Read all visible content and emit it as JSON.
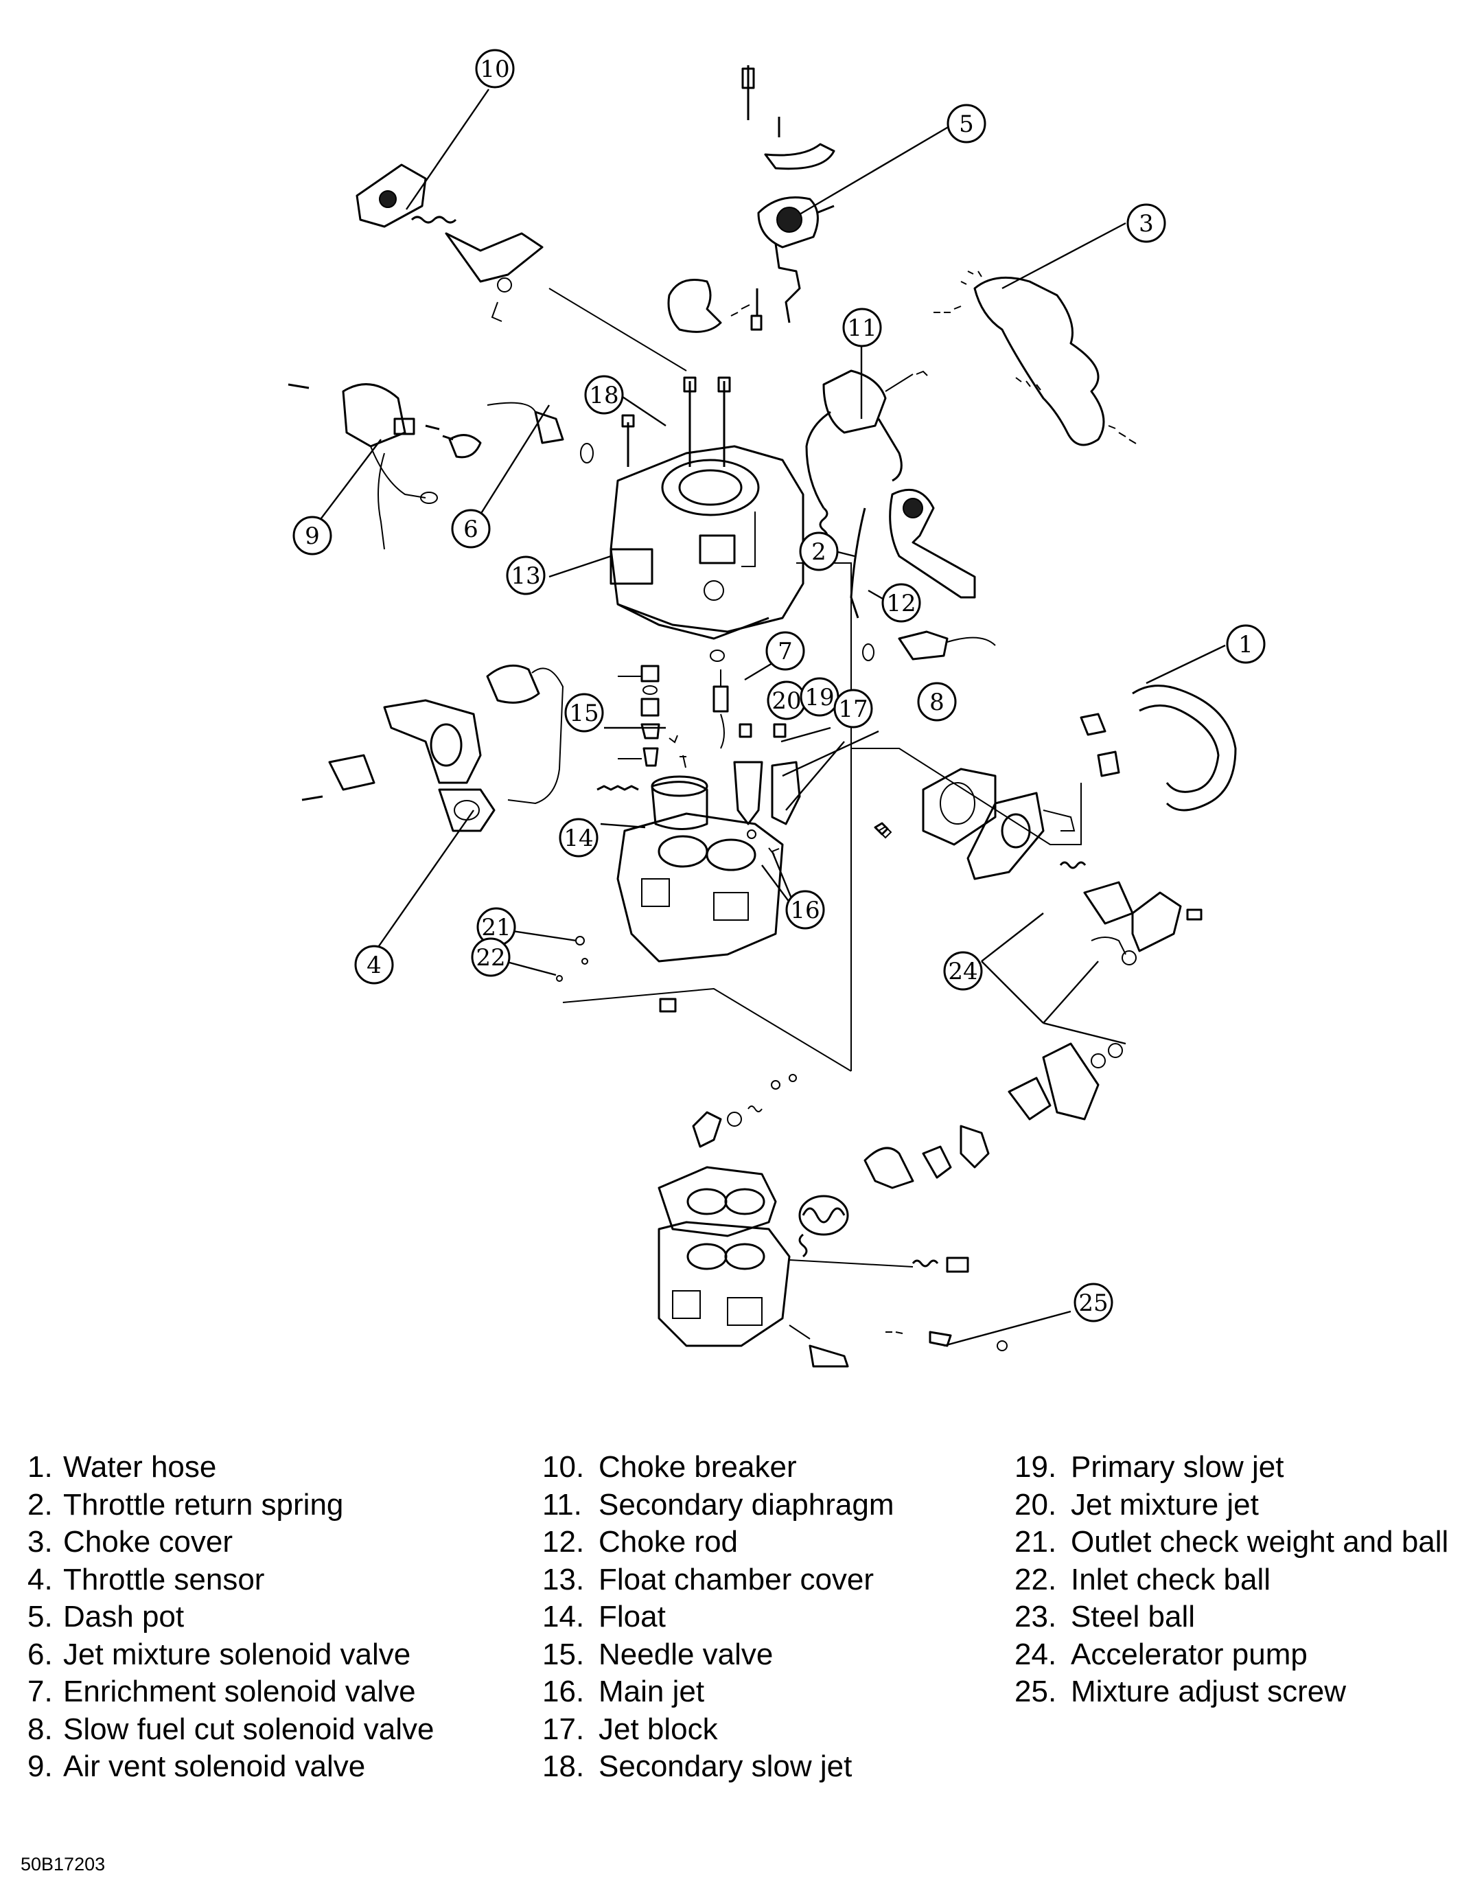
{
  "figure_code": "50B17203",
  "callouts": [
    "1",
    "2",
    "3",
    "4",
    "5",
    "6",
    "7",
    "8",
    "9",
    "10",
    "11",
    "12",
    "13",
    "14",
    "15",
    "16",
    "17",
    "18",
    "19",
    "20",
    "21",
    "22",
    "24",
    "25"
  ],
  "legend": {
    "col1": [
      {
        "num": "1.",
        "text": "Water hose"
      },
      {
        "num": "2.",
        "text": "Throttle return spring"
      },
      {
        "num": "3.",
        "text": "Choke cover"
      },
      {
        "num": "4.",
        "text": "Throttle sensor"
      },
      {
        "num": "5.",
        "text": "Dash pot"
      },
      {
        "num": "6.",
        "text": "Jet mixture solenoid valve"
      },
      {
        "num": "7.",
        "text": "Enrichment solenoid valve"
      },
      {
        "num": "8.",
        "text": "Slow fuel cut solenoid valve"
      },
      {
        "num": "9.",
        "text": "Air vent solenoid valve"
      }
    ],
    "col2": [
      {
        "num": "10.",
        "text": "Choke breaker"
      },
      {
        "num": "11.",
        "text": "Secondary diaphragm"
      },
      {
        "num": "12.",
        "text": "Choke rod"
      },
      {
        "num": "13.",
        "text": "Float chamber cover"
      },
      {
        "num": "14.",
        "text": "Float"
      },
      {
        "num": "15.",
        "text": "Needle valve"
      },
      {
        "num": "16.",
        "text": "Main jet"
      },
      {
        "num": "17.",
        "text": "Jet block"
      },
      {
        "num": "18.",
        "text": "Secondary slow jet"
      }
    ],
    "col3": [
      {
        "num": "19.",
        "text": "Primary slow jet"
      },
      {
        "num": "20.",
        "text": "Jet mixture jet"
      },
      {
        "num": "21.",
        "text": "Outlet check weight and ball"
      },
      {
        "num": "22.",
        "text": "Inlet check ball"
      },
      {
        "num": "23.",
        "text": "Steel ball"
      },
      {
        "num": "24.",
        "text": "Accelerator pump"
      },
      {
        "num": "25.",
        "text": "Mixture adjust screw"
      }
    ]
  }
}
